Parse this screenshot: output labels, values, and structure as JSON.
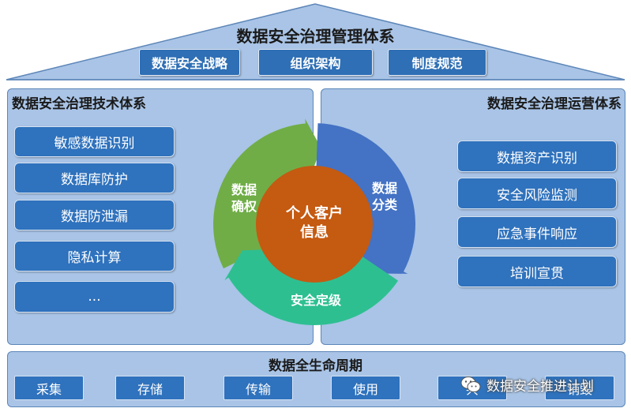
{
  "roof": {
    "title": "数据安全治理管理体系",
    "pills": [
      "数据安全战略",
      "组织架构",
      "制度规范"
    ]
  },
  "tech": {
    "title": "数据安全治理技术体系",
    "items": [
      "敏感数据识别",
      "数据库防护",
      "数据防泄漏",
      "隐私计算",
      "..."
    ]
  },
  "ops": {
    "title": "数据安全治理运营体系",
    "items": [
      "数据资产识别",
      "安全风险监测",
      "应急事件响应",
      "培训宣贯"
    ]
  },
  "cycle": {
    "center": [
      "个人客户",
      "信息"
    ],
    "left": [
      "数据",
      "确权"
    ],
    "right": [
      "数据",
      "分类"
    ],
    "bottom": "安全定级"
  },
  "lifecycle": {
    "title": "数据全生命周期",
    "items": [
      "采集",
      "存储",
      "传输",
      "使用",
      "共",
      "销毁"
    ]
  },
  "watermark": "数据安全推进计划",
  "colors": {
    "roof_fill": "#a9c4e6",
    "button_blue": "#2f72bd",
    "arc_green": "#70ad47",
    "arc_blue": "#4472c4",
    "arc_teal": "#2ebf91",
    "center_orange": "#c55a11"
  },
  "icons": [
    "wechat-icon"
  ]
}
